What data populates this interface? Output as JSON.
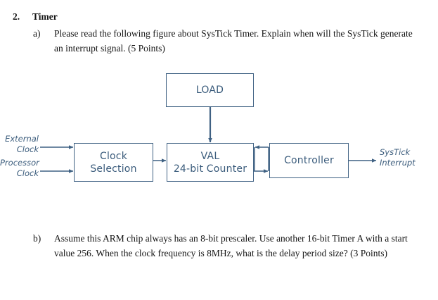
{
  "question": {
    "number": "2.",
    "title": "Timer",
    "parts": [
      {
        "marker": "a)",
        "text": "Please read the following figure about SysTick Timer. Explain when will the SysTick generate an interrupt signal. (5 Points)"
      },
      {
        "marker": "b)",
        "text": "Assume this ARM chip always has an 8-bit prescaler. Use another 16-bit Timer A with a start value 256. When the clock frequency is 8MHz, what is the delay period size? (3 Points)"
      }
    ]
  },
  "diagram": {
    "title": "SysTick Timer block diagram",
    "colors": {
      "box_border": "#3f6183",
      "box_text": "#3b5c7c",
      "arrow": "#3f6183",
      "label_text": "#3b5c7c",
      "background": "#ffffff"
    },
    "boxes": [
      {
        "id": "load",
        "label_line1": "LOAD",
        "label_line2": ""
      },
      {
        "id": "clock-selection",
        "label_line1": "Clock",
        "label_line2": "Selection"
      },
      {
        "id": "val-counter",
        "label_line1": "VAL",
        "label_line2": "24-bit Counter"
      },
      {
        "id": "controller",
        "label_line1": "Controller",
        "label_line2": ""
      }
    ],
    "labels": {
      "external_clock_line1": "External",
      "external_clock_line2": "Clock",
      "processor_clock_line1": "Processor",
      "processor_clock_line2": "Clock",
      "systick_interrupt_line1": "SysTick",
      "systick_interrupt_line2": "Interrupt"
    },
    "connections": [
      {
        "from": "external-clock-label",
        "to": "clock-selection",
        "direction": "right"
      },
      {
        "from": "processor-clock-label",
        "to": "clock-selection",
        "direction": "right"
      },
      {
        "from": "clock-selection",
        "to": "val-counter",
        "direction": "right"
      },
      {
        "from": "load",
        "to": "val-counter",
        "direction": "down"
      },
      {
        "from": "controller",
        "to": "val-counter",
        "direction": "left"
      },
      {
        "from": "val-counter",
        "to": "controller",
        "direction": "right"
      },
      {
        "from": "controller",
        "to": "systick-interrupt-label",
        "direction": "right"
      }
    ]
  }
}
